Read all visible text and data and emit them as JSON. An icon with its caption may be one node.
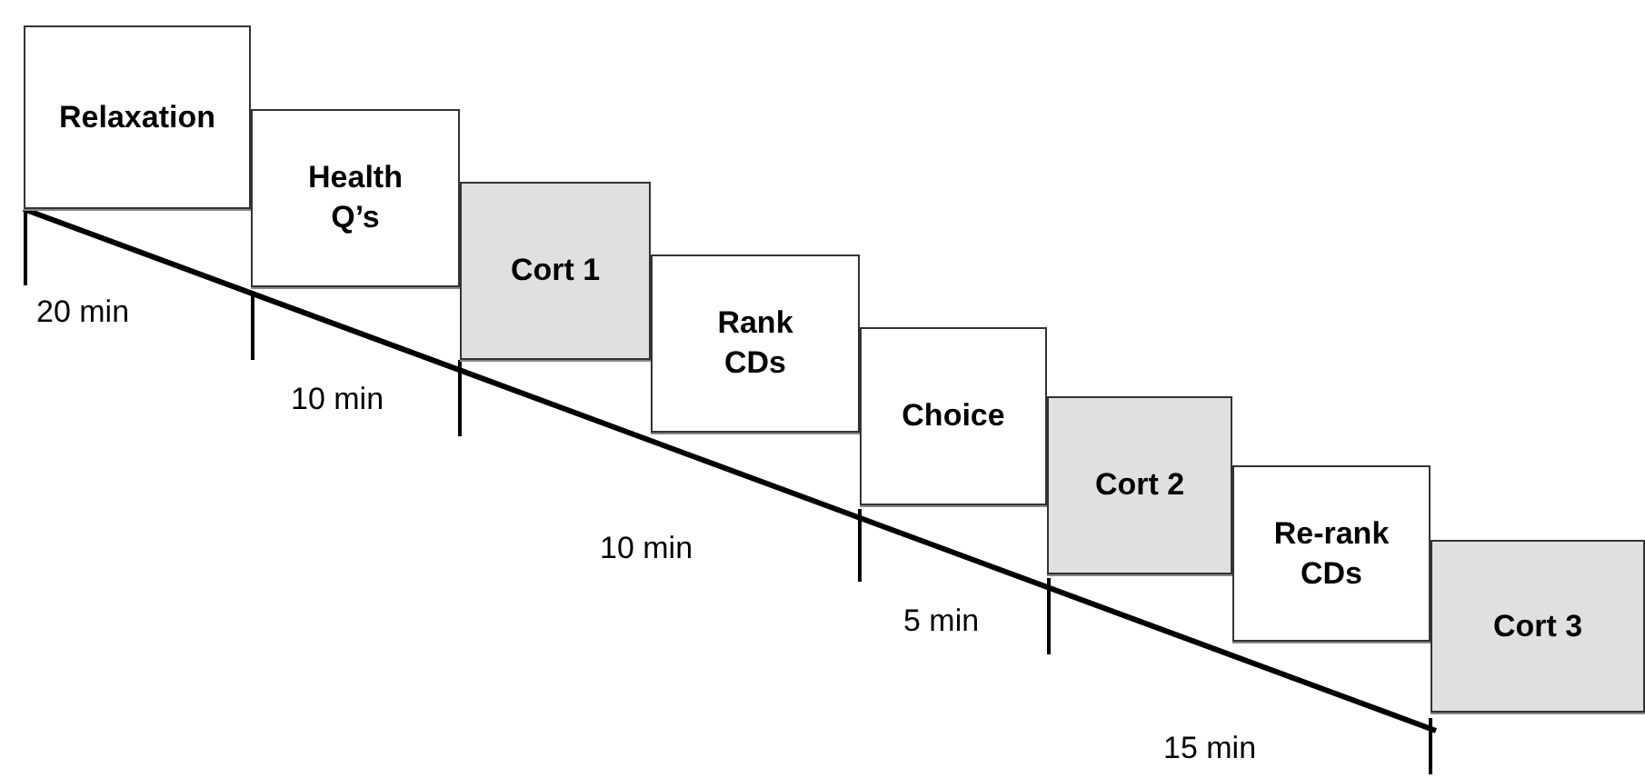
{
  "diagram": {
    "nodes": [
      {
        "text": [
          "Relaxation"
        ]
      },
      {
        "text": [
          "Health Q’s"
        ]
      },
      {
        "text": [
          "Cort 1"
        ]
      },
      {
        "text": [
          "Rank CDs"
        ]
      },
      {
        "text": [
          "Choice"
        ]
      },
      {
        "text": [
          "Cort 2"
        ]
      },
      {
        "text": [
          "Re-rank CDs"
        ]
      },
      {
        "text": [
          "Cort 3"
        ]
      }
    ],
    "labels": [
      "20 min",
      "10 min",
      "10 min",
      "5 min",
      "15 min"
    ]
  }
}
